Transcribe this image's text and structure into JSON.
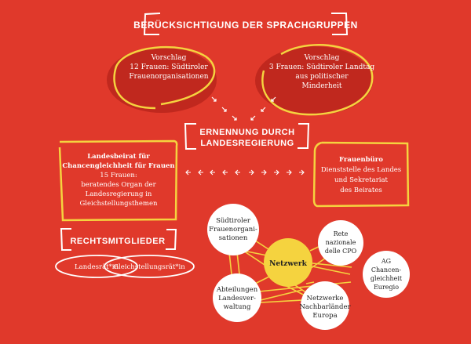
{
  "colors": {
    "background": "#e0392b",
    "dark_ellipse": "#c0281e",
    "yellow": "#f5d33f",
    "white": "#ffffff"
  },
  "title": "BERÜCKSICHTIGUNG DER SPRACHGRUPPEN",
  "proposal_left": {
    "lines": [
      "Vorschlag",
      "12 Frauen: Südtiroler",
      "Frauenorganisationen"
    ]
  },
  "proposal_right": {
    "lines": [
      "Vorschlag",
      "3 Frauen: Südtiroler Landtag",
      "aus politischer",
      "Minderheit"
    ]
  },
  "appointment": {
    "lines": [
      "ERNENNUNG DURCH",
      "LANDESREGIERUNG"
    ]
  },
  "council": {
    "lines": [
      "Landesbeirat für",
      "Chancengleichheit für Frauen",
      "15 Frauen:",
      "beratendes Organ der",
      "Landesregierung in",
      "Gleichstellungsthemen"
    ]
  },
  "office": {
    "lines": [
      "Frauenbüro",
      "Dienststelle des Landes",
      "und Sekretariat",
      "des Beirates"
    ]
  },
  "legal_members": {
    "title": "RECHTSMITGLIEDER",
    "items": [
      "Landesrät*in",
      "Gleichstellungsrät*in"
    ]
  },
  "network": {
    "center": "Netzwerk",
    "nodes": [
      {
        "lines": [
          "Südtiroler",
          "Frauenorgani-",
          "sationen"
        ]
      },
      {
        "lines": [
          "Rete",
          "nazionale",
          "delle CPO"
        ]
      },
      {
        "lines": [
          "AG",
          "Chancen-",
          "gleichheit",
          "Euregio"
        ]
      },
      {
        "lines": [
          "Abteilungen",
          "Landesver-",
          "waltung"
        ]
      },
      {
        "lines": [
          "Netzwerke",
          "Nachbarländer",
          "Europa"
        ]
      }
    ]
  }
}
